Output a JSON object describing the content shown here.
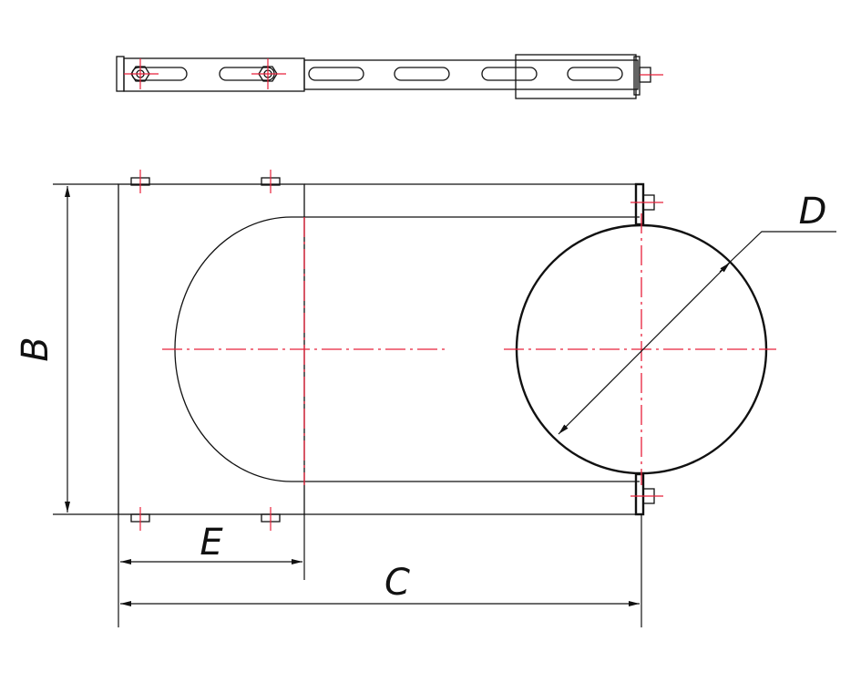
{
  "colors": {
    "outline": "#111111",
    "centerline": "#e8213b",
    "background": "#ffffff"
  },
  "labels": {
    "B": "B",
    "C": "C",
    "D": "D",
    "E": "E"
  }
}
